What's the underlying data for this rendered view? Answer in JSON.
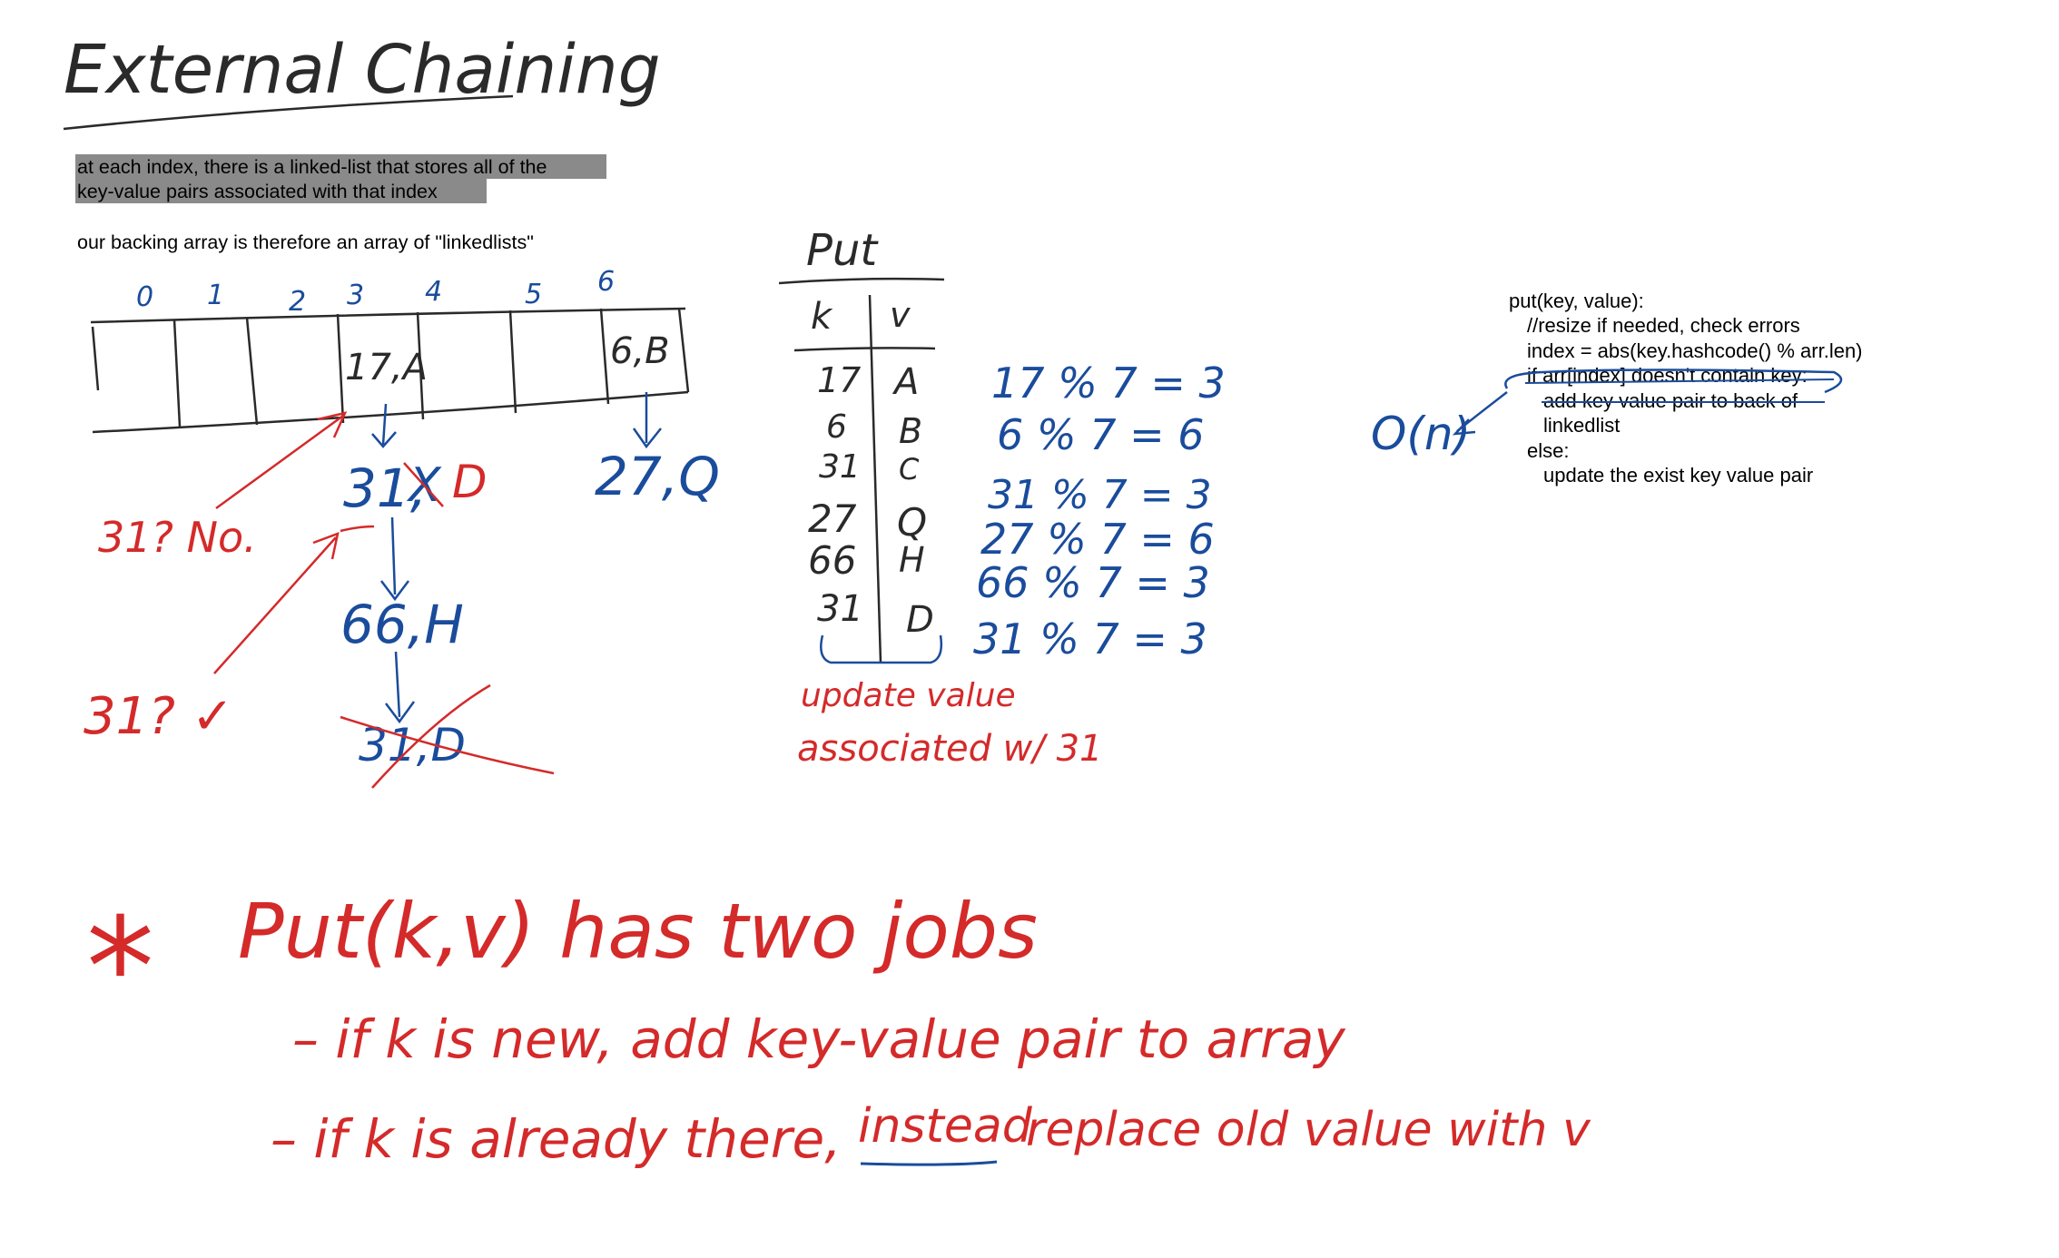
{
  "title": "External Chaining",
  "colors": {
    "ink_black": "#2a2a2a",
    "ink_blue": "#1a4c9c",
    "ink_red": "#d42a2a",
    "highlight": "#8a8a8a"
  },
  "notes": {
    "line1": "at each index, there is a linked-list that stores all of the",
    "line2": "key-value pairs associated with that index",
    "backing": "our backing array is therefore an array of \"linkedlists\""
  },
  "array": {
    "indices": [
      "0",
      "1",
      "2",
      "3",
      "4",
      "5",
      "6"
    ],
    "cell3": "17,A",
    "cell6": "6,B"
  },
  "chain3": {
    "node1": "31,",
    "node1_struck": "X",
    "node1_new": "D",
    "node2": "66,H",
    "node3": "31,D"
  },
  "chain6": {
    "node1": "27,Q"
  },
  "probes": {
    "q1": "31? No.",
    "q2": "31? ✓"
  },
  "put_table": {
    "title": "Put",
    "headers": [
      "k",
      "v"
    ],
    "keys": [
      "17",
      "6",
      "31",
      "27",
      "66",
      "31"
    ],
    "values": [
      "A",
      "B",
      "C",
      "Q",
      "H",
      "D"
    ],
    "note_line1": "update value",
    "note_line2": "associated w/ 31"
  },
  "mods": [
    "17 % 7 = 3",
    "6 % 7 = 6",
    "31 % 7 = 3",
    "27 % 7 = 6",
    "66 % 7 = 3",
    "31 % 7 = 3"
  ],
  "code": [
    "put(key, value):",
    "//resize if needed, check errors",
    "index = abs(key.hashcode() % arr.len)",
    "if arr[index] doesn't contain key:",
    "add key value pair to back of",
    "linkedlist",
    "else:",
    "update the exist key value pair"
  ],
  "complexity": "O(n)",
  "summary": {
    "star": "*",
    "headline": "Put(k,v) has two jobs",
    "job1": "– if k is new, add key-value pair to array",
    "job2_a": "– if k is already there,",
    "job2_b": "instead",
    "job2_c": "replace old value with v"
  }
}
